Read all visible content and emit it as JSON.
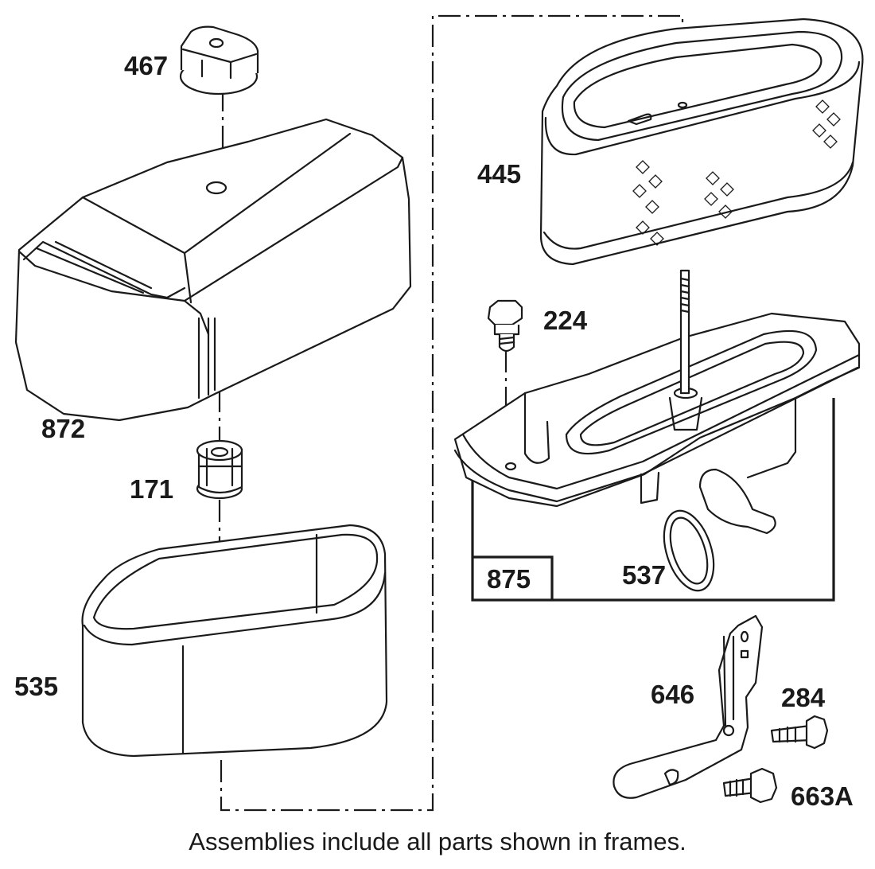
{
  "parts": [
    {
      "id": "p467",
      "label": "467"
    },
    {
      "id": "p872",
      "label": "872"
    },
    {
      "id": "p171",
      "label": "171"
    },
    {
      "id": "p535",
      "label": "535"
    },
    {
      "id": "p445",
      "label": "445"
    },
    {
      "id": "p224",
      "label": "224"
    },
    {
      "id": "p875",
      "label": "875"
    },
    {
      "id": "p537",
      "label": "537"
    },
    {
      "id": "p646",
      "label": "646"
    },
    {
      "id": "p284",
      "label": "284"
    },
    {
      "id": "p663A",
      "label": "663A"
    }
  ],
  "caption": "Assemblies include all parts shown in frames."
}
